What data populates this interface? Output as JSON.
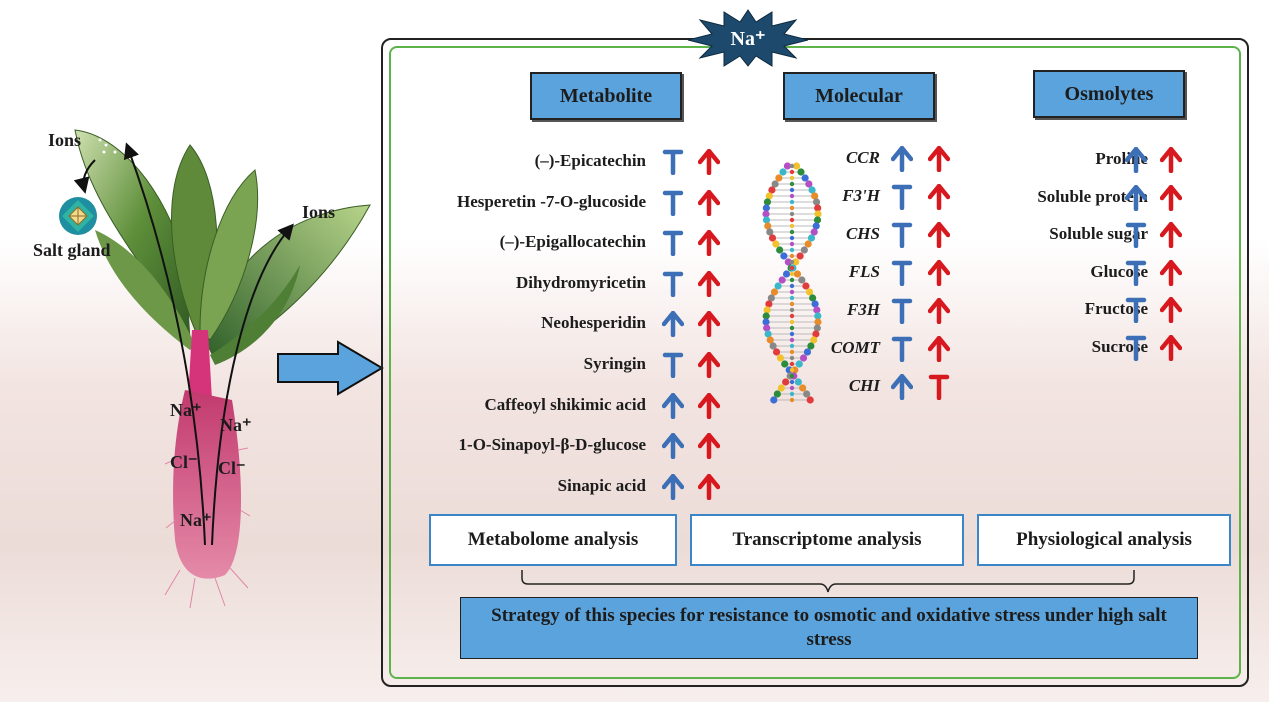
{
  "stress_label": "Na⁺",
  "headers": {
    "metabolite": "Metabolite",
    "molecular": "Molecular",
    "osmolytes": "Osmolytes"
  },
  "metabolites": [
    {
      "name": "(–)-Epicatechin",
      "blue": "T",
      "red": "up"
    },
    {
      "name": "Hesperetin -7-O-glucoside",
      "blue": "T",
      "red": "up"
    },
    {
      "name": "(–)-Epigallocatechin",
      "blue": "T",
      "red": "up"
    },
    {
      "name": "Dihydromyricetin",
      "blue": "T",
      "red": "up"
    },
    {
      "name": "Neohesperidin",
      "blue": "up",
      "red": "up"
    },
    {
      "name": "Syringin",
      "blue": "T",
      "red": "up"
    },
    {
      "name": "Caffeoyl shikimic acid",
      "blue": "up",
      "red": "up"
    },
    {
      "name": "1-O-Sinapoyl-β-D-glucose",
      "blue": "up",
      "red": "up"
    },
    {
      "name": "Sinapic acid",
      "blue": "up",
      "red": "up"
    }
  ],
  "genes": [
    {
      "name": "CCR",
      "blue": "up",
      "red": "up"
    },
    {
      "name": "F3'H",
      "blue": "T",
      "red": "up"
    },
    {
      "name": "CHS",
      "blue": "T",
      "red": "up"
    },
    {
      "name": "FLS",
      "blue": "T",
      "red": "up"
    },
    {
      "name": "F3H",
      "blue": "T",
      "red": "up"
    },
    {
      "name": "COMT",
      "blue": "T",
      "red": "up"
    },
    {
      "name": "CHI",
      "blue": "up",
      "red": "T"
    }
  ],
  "osmolytes": [
    {
      "name": "Proline",
      "blue": "up",
      "red": "up"
    },
    {
      "name": "Soluble protein",
      "blue": "up",
      "red": "up"
    },
    {
      "name": "Soluble sugar",
      "blue": "T",
      "red": "up"
    },
    {
      "name": "Glucose",
      "blue": "T",
      "red": "up"
    },
    {
      "name": "Fructose",
      "blue": "T",
      "red": "up"
    },
    {
      "name": "Sucrose",
      "blue": "T",
      "red": "up"
    }
  ],
  "analyses": {
    "metabolome": "Metabolome analysis",
    "transcriptome": "Transcriptome analysis",
    "physiological": "Physiological analysis"
  },
  "conclusion": "Strategy of this species for resistance to osmotic and oxidative stress under high salt stress",
  "plant": {
    "ions_top": "Ions",
    "ions_right": "Ions",
    "salt_gland": "Salt gland",
    "na1": "Na⁺",
    "na2": "Na⁺",
    "cl1": "Cl⁻",
    "cl2": "Cl⁻",
    "na3": "Na⁺"
  },
  "colors": {
    "blue": "#3c6fb5",
    "red": "#d7191f",
    "box": "#5ba3dc",
    "frame_green": "#5db34a"
  }
}
